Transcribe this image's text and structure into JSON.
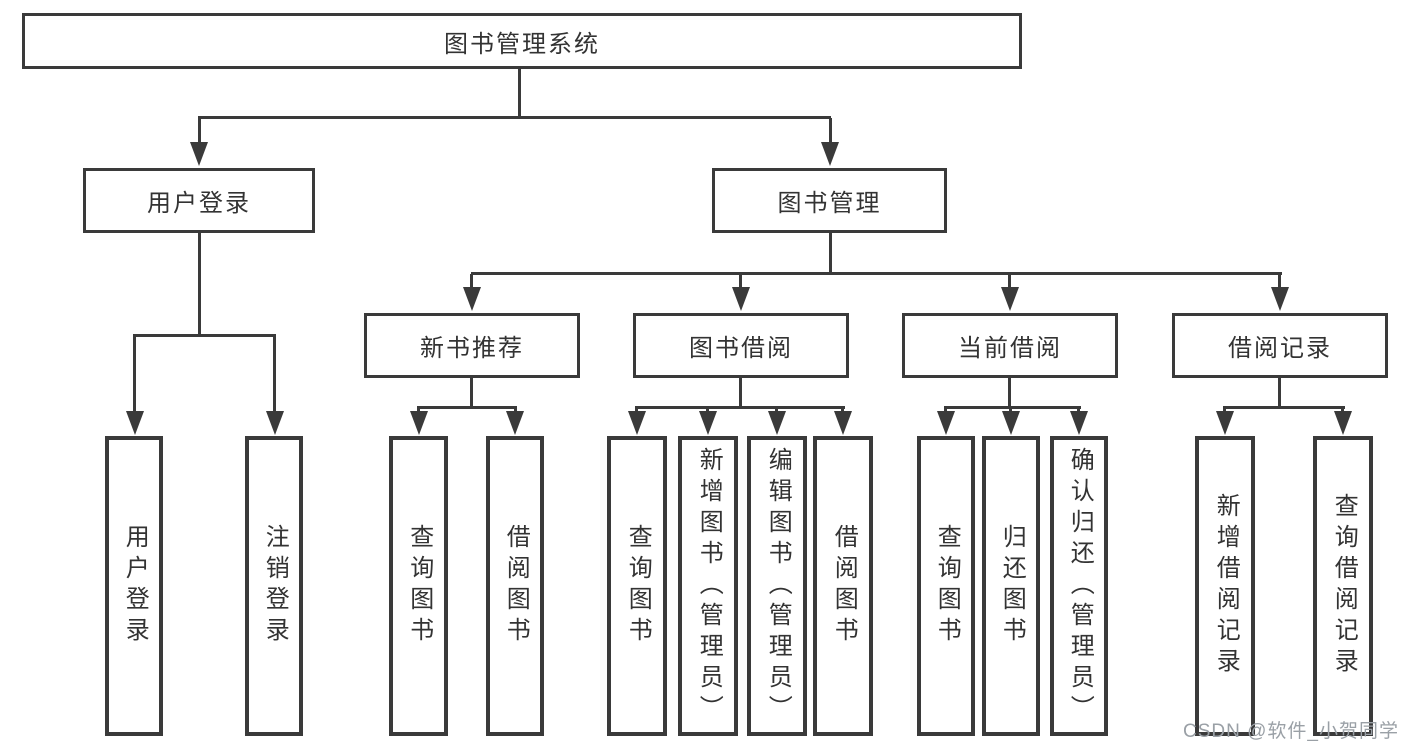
{
  "diagram": {
    "root_label": "图书管理系统",
    "level2": {
      "user_login": "用户登录",
      "book_mgmt": "图书管理"
    },
    "level3": {
      "new_book_rec": "新书推荐",
      "book_borrow": "图书借阅",
      "current_borrow": "当前借阅",
      "borrow_records": "借阅记录"
    },
    "leaves": {
      "user_login": "用户登录",
      "logout": "注销登录",
      "nb_query_books": "查询图书",
      "nb_borrow_books": "借阅图书",
      "bb_query_books": "查询图书",
      "bb_add_books": "新增图书（管理员）",
      "bb_edit_books": "编辑图书（管理员）",
      "bb_borrow_books": "借阅图书",
      "cb_query_books": "查询图书",
      "cb_return_books": "归还图书",
      "cb_confirm_return": "确认归还（管理员）",
      "br_add_record": "新增借阅记录",
      "br_query_record": "查询借阅记录"
    }
  },
  "watermark": "CSDN @软件_小贺同学",
  "colors": {
    "line": "#3a3a3a",
    "text": "#333333",
    "background": "#ffffff",
    "watermark": "#9aa0a6"
  }
}
